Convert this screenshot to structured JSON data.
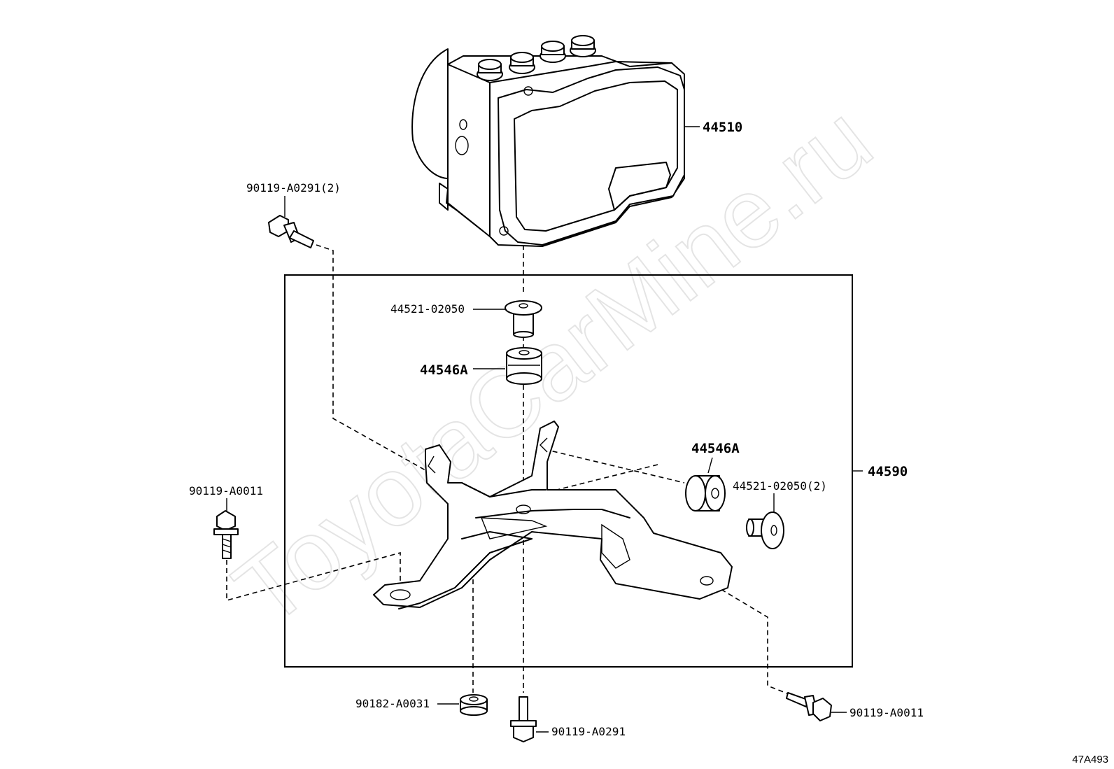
{
  "watermark": "ToyotaCarMine.ru",
  "diagram_code": "47A493",
  "labels": {
    "actuator": "44510",
    "bracket_assy": "44590",
    "bolt_upper_left": "90119-A0291(2)",
    "collar_top": "44521-02050",
    "cushion_top": "44546A",
    "cushion_side": "44546A",
    "collar_side": "44521-02050(2)",
    "bolt_left": "90119-A0011",
    "nut_bottom": "90182-A0031",
    "bolt_bottom": "90119-A0291",
    "bolt_bottom_right": "90119-A0011"
  }
}
